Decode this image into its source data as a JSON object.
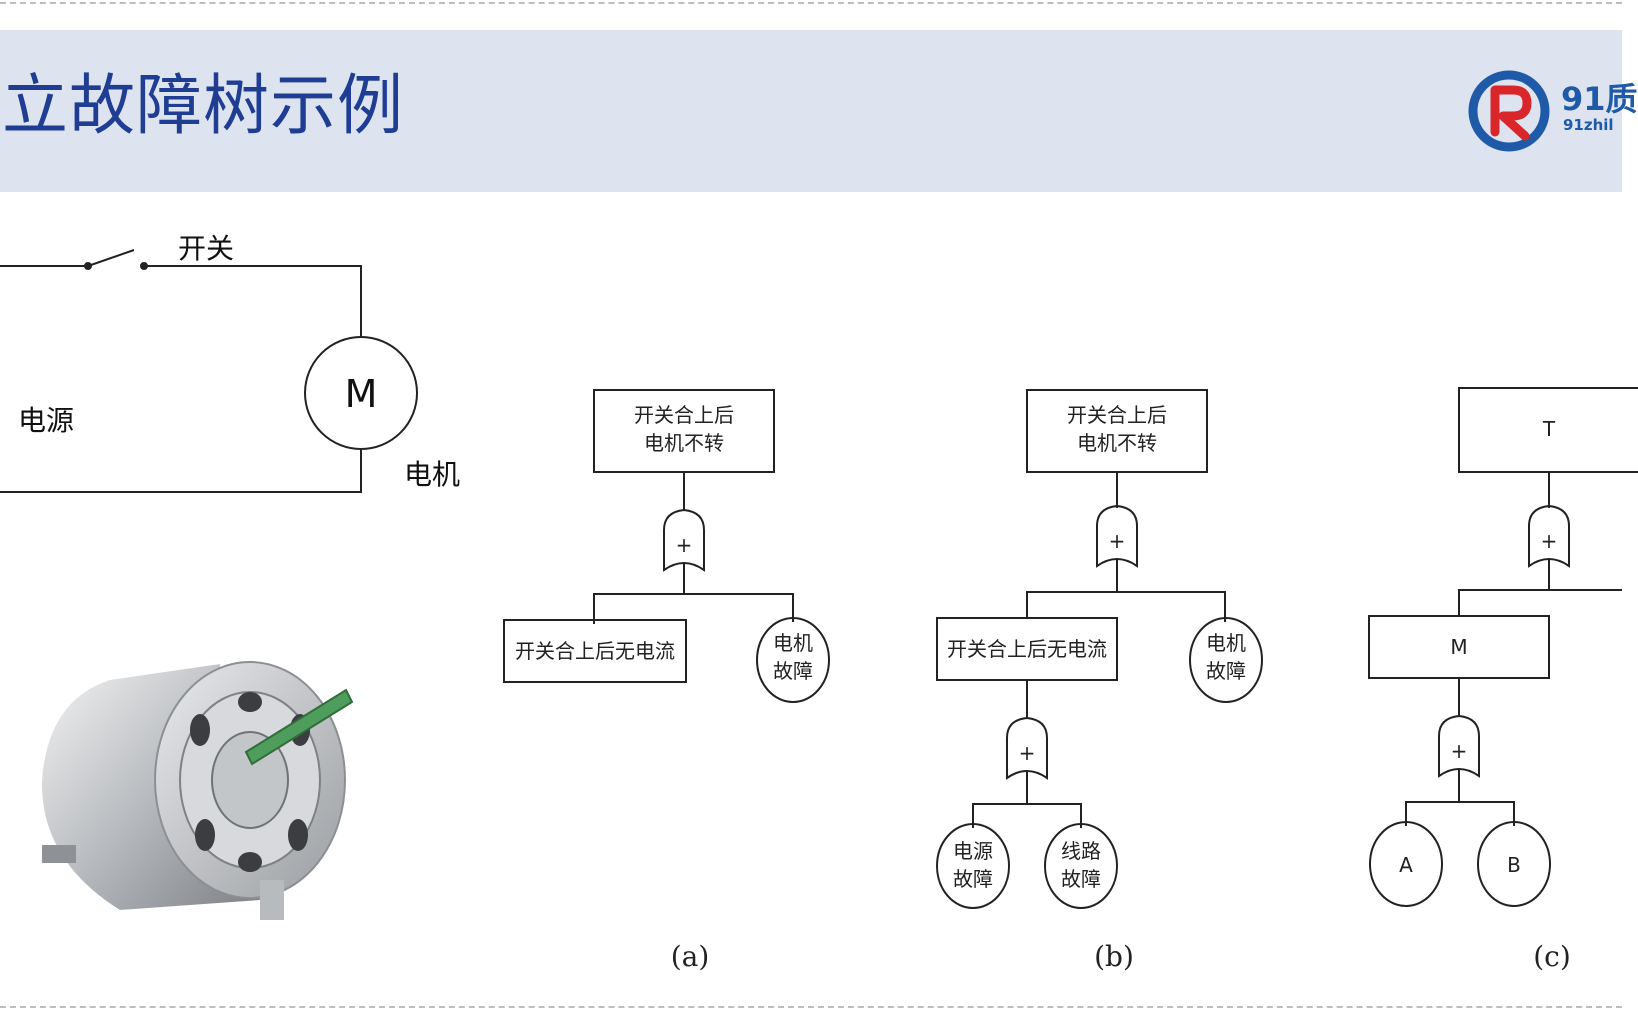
{
  "slide": {
    "title": "立故障树示例",
    "logo_main": "91质",
    "logo_sub": "91zhil",
    "logo_icon": "r-ring-logo-icon"
  },
  "circuit": {
    "switch_label": "开关",
    "source_label": "电源",
    "motor_symbol": "M",
    "motor_label": "电机"
  },
  "trees": {
    "a": {
      "top_line1": "开关合上后",
      "top_line2": "电机不转",
      "gate": "+",
      "left": "开关合上后无电流",
      "right_line1": "电机",
      "right_line2": "故障",
      "caption": "(a)"
    },
    "b": {
      "top_line1": "开关合上后",
      "top_line2": "电机不转",
      "gate": "+",
      "left": "开关合上后无电流",
      "right_line1": "电机",
      "right_line2": "故障",
      "gate2": "+",
      "leaf1_line1": "电源",
      "leaf1_line2": "故障",
      "leaf2_line1": "线路",
      "leaf2_line2": "故障",
      "caption": "(b)"
    },
    "c": {
      "top": "T",
      "gate": "+",
      "left": "M",
      "gate2": "+",
      "leaf1": "A",
      "leaf2": "B",
      "caption": "(c)"
    }
  },
  "colors": {
    "title": "#1f3d93",
    "header_band": "#dde4f0",
    "logo_blue": "#1e5aa8",
    "logo_red": "#d9262b"
  }
}
